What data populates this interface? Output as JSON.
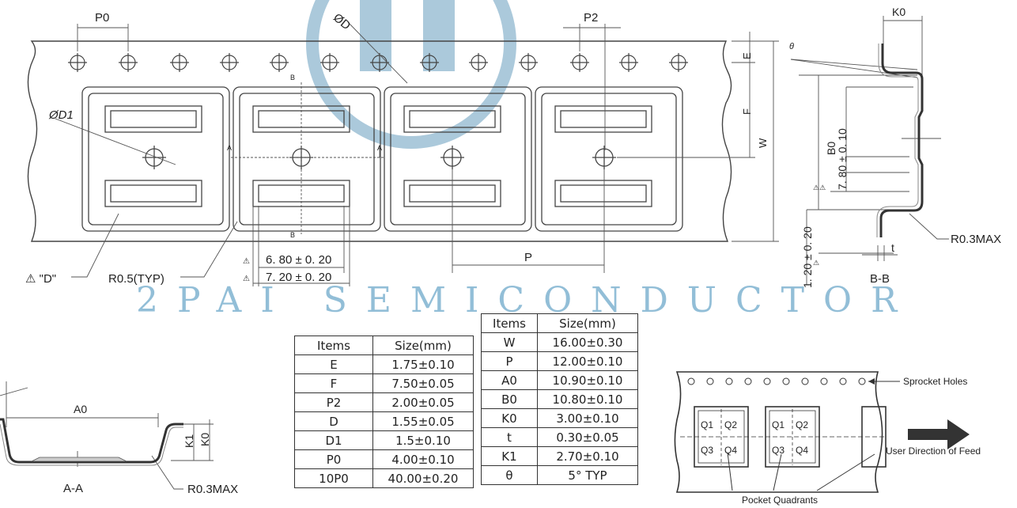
{
  "watermark": {
    "text": "2PAI SEMICONDUCTOR",
    "color": "#3a8ab8"
  },
  "top_view": {
    "labels": {
      "p0": "P0",
      "p2": "P2",
      "od": "ØD",
      "od1": "ØD1",
      "e": "E",
      "f": "F",
      "w": "W",
      "p": "P",
      "b": "B",
      "a": "A",
      "d_note": "⚠ \"D\"",
      "r05": "R0.5(TYP)",
      "dim_680": "6. 80 ± 0. 20",
      "dim_720": "7. 20 ± 0. 20"
    }
  },
  "section_bb": {
    "labels": {
      "k0": "K0",
      "theta": "θ",
      "b0": "B0",
      "dim_780": "7. 80 ± 0. 10",
      "dim_120": "1. 20 ± 0. 20",
      "t": "t",
      "r03": "R0.3MAX",
      "title": "B-B"
    }
  },
  "section_aa": {
    "labels": {
      "a0": "A0",
      "k1": "K1",
      "k0": "K0",
      "title": "A-A",
      "r03": "R0.3MAX"
    }
  },
  "table_left": {
    "header": [
      "Items",
      "Size(mm)"
    ],
    "rows": [
      [
        "E",
        "1.75±0.10"
      ],
      [
        "F",
        "7.50±0.05"
      ],
      [
        "P2",
        "2.00±0.05"
      ],
      [
        "D",
        "1.55±0.05"
      ],
      [
        "D1",
        "1.5±0.10"
      ],
      [
        "P0",
        "4.00±0.10"
      ],
      [
        "10P0",
        "40.00±0.20"
      ]
    ]
  },
  "table_right": {
    "header": [
      "Items",
      "Size(mm)"
    ],
    "rows": [
      [
        "W",
        "16.00±0.30"
      ],
      [
        "P",
        "12.00±0.10"
      ],
      [
        "A0",
        "10.90±0.10"
      ],
      [
        "B0",
        "10.80±0.10"
      ],
      [
        "K0",
        "3.00±0.10"
      ],
      [
        "t",
        "0.30±0.05"
      ],
      [
        "K1",
        "2.70±0.10"
      ],
      [
        "θ",
        "5° TYP"
      ]
    ]
  },
  "feed_diagram": {
    "sprocket_label": "Sprocket Holes",
    "direction_label": "User Direction of Feed",
    "quadrants_label": "Pocket Quadrants",
    "quadrants": [
      "Q1",
      "Q2",
      "Q3",
      "Q4"
    ]
  }
}
